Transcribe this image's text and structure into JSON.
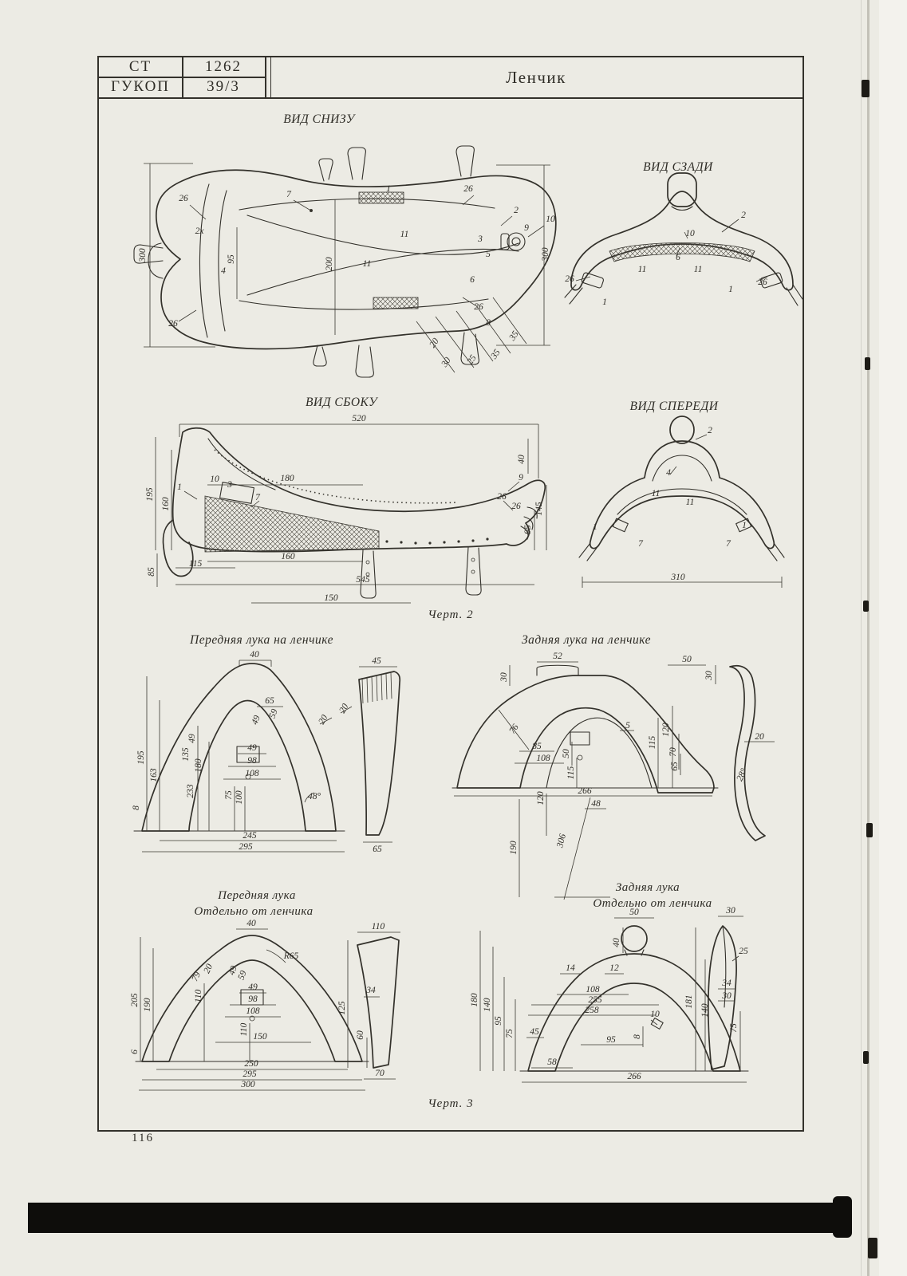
{
  "header": {
    "stamp": {
      "row1_left": "СТ",
      "row1_right": "1262",
      "row2_left": "ГУКОП",
      "row2_right": "39/3"
    },
    "title": "Ленчик"
  },
  "captions": {
    "fig2": "Черт. 2",
    "fig3": "Черт. 3",
    "page_number": "116"
  },
  "colors": {
    "paper": "#ecebe4",
    "ink": "#33312b"
  },
  "views": {
    "bottom": {
      "title": "ВИД СНИЗУ",
      "dims": [
        "26",
        "7",
        "1",
        "26",
        "2",
        "10",
        "9",
        "300",
        "95",
        "200",
        "2x",
        "4",
        "11",
        "11",
        "3",
        "5",
        "6",
        "300",
        "26",
        "26",
        "8",
        "20",
        "30",
        "25",
        "35",
        "35"
      ]
    },
    "rear": {
      "title": "ВИД СЗАДИ",
      "dims": [
        "2",
        "10",
        "6",
        "11",
        "11",
        "26",
        "26",
        "1",
        "1"
      ]
    },
    "side": {
      "title": "ВИД СБОКУ",
      "dims": [
        "520",
        "195",
        "160",
        "1",
        "10",
        "3",
        "180",
        "7",
        "40",
        "9",
        "26",
        "26",
        "145",
        "95",
        "85",
        "115",
        "160",
        "545",
        "150"
      ]
    },
    "front": {
      "title": "ВИД СПЕРЕДИ",
      "dims": [
        "2",
        "4",
        "11",
        "11",
        "1",
        "1",
        "7",
        "7",
        "310"
      ]
    },
    "front_arch_on": {
      "title": "Передняя лука на ленчике",
      "dims": [
        "40",
        "45",
        "65",
        "59",
        "49",
        "20",
        "20",
        "195",
        "163",
        "49",
        "135",
        "180",
        "233",
        "49",
        "98",
        "108",
        "75",
        "100",
        "48°",
        "8",
        "245",
        "295",
        "65"
      ]
    },
    "rear_arch_on": {
      "title": "Задняя лука на ленчике",
      "dims": [
        "52",
        "30",
        "50",
        "30",
        "76",
        "85",
        "108",
        "50",
        "5",
        "115",
        "120",
        "70",
        "65",
        "20",
        "28°",
        "115",
        "48",
        "266",
        "120",
        "190",
        "306"
      ]
    },
    "front_arch_sep": {
      "title_line1": "Передняя лука",
      "title_line2": "Отдельно от ленчика",
      "dims": [
        "40",
        "110",
        "R65",
        "20",
        "79",
        "110",
        "49",
        "59",
        "49",
        "98",
        "108",
        "110",
        "150",
        "205",
        "190",
        "6",
        "250",
        "295",
        "300",
        "34",
        "125",
        "60",
        "70"
      ]
    },
    "rear_arch_sep": {
      "title_line1": "Задняя лука",
      "title_line2": "Отдельно от ленчика",
      "dims": [
        "50",
        "30",
        "40",
        "14",
        "12",
        "108",
        "255",
        "258",
        "10",
        "180",
        "140",
        "95",
        "75",
        "45",
        "95",
        "8",
        "58",
        "266",
        "25",
        "34",
        "30",
        "181",
        "140",
        "75"
      ]
    }
  }
}
